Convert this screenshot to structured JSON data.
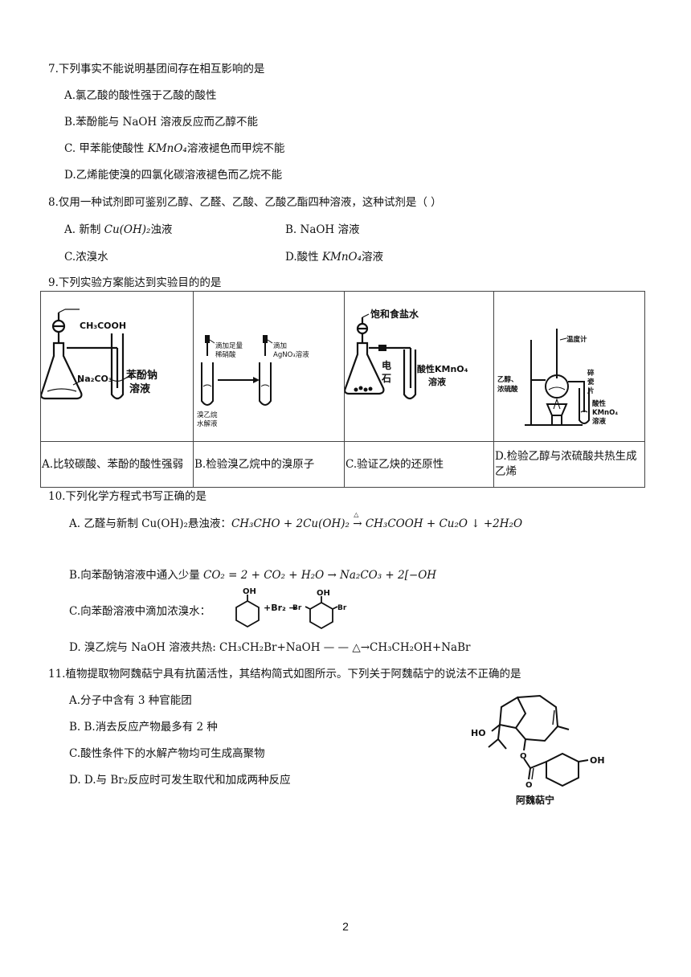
{
  "q7": {
    "stem": "7.下列事实不能说明基团间存在相互影响的是",
    "A": "A.氯乙酸的酸性强于乙酸的酸性",
    "B": "B.苯酚能与 NaOH 溶液反应而乙醇不能",
    "C_pre": "C.  甲苯能使酸性 ",
    "C_formula": "KMnO₄",
    "C_post": "溶液褪色而甲烷不能",
    "D": "D.乙烯能使溴的四氯化碳溶液褪色而乙烷不能"
  },
  "q8": {
    "stem": "8.仅用一种试剂即可鉴别乙醇、乙醛、乙酸、乙酸乙酯四种溶液，这种试剂是（   ）",
    "A_pre": "A.  新制 ",
    "A_formula": "Cu(OH)₂",
    "A_post": "浊液",
    "B": "B.  NaOH 溶液",
    "C": "C.浓溴水",
    "D_pre": "D.酸性 ",
    "D_formula": "KMnO₄",
    "D_post": "溶液"
  },
  "q9": {
    "stem": "9.下列实验方案能达到实验目的的是",
    "fig_a": {
      "acid": "CH₃COOH",
      "salt": "Na₂CO₃",
      "sol1": "苯酚钠",
      "sol2": "溶液"
    },
    "fig_b": {
      "add1": "滴加足量",
      "add2": "稀硝酸",
      "add3": "滴加",
      "add4": "AgNO₃溶液",
      "bottom1": "溴乙烷",
      "bottom2": "水解液"
    },
    "fig_c": {
      "brine": "饱和食盐水",
      "carbide1": "电",
      "carbide2": "石",
      "kmno1": "酸性KMnO₄",
      "kmno2": "溶液"
    },
    "fig_d": {
      "thermo": "温度计",
      "mix1": "乙醇、",
      "mix2": "浓硫酸",
      "chip1": "碎",
      "chip2": "瓷",
      "chip3": "片",
      "kmno1": "酸性",
      "kmno2": "KMnO₄",
      "kmno3": "溶液"
    },
    "captions": [
      "A.比较碳酸、苯酚的酸性强弱",
      "B.检验溴乙烷中的溴原子",
      "C.验证乙炔的还原性",
      "D.检验乙醇与浓硫酸共热生成乙烯"
    ]
  },
  "q10": {
    "stem": "10.下列化学方程式书写正确的是",
    "A_pre": "A.  乙醛与新制 Cu(OH)₂悬浊液：",
    "A_eq_left": "CH₃CHO + 2Cu(OH)₂",
    "A_arrow_mark": "△",
    "A_eq_right": "→ CH₃COOH + Cu₂O ↓ +2H₂O",
    "B_pre": "B.向苯酚钠溶液中通入少量 ",
    "B_eq": "CO₂ = 2 + CO₂ + H₂O → Na₂CO₃ + 2[−OH",
    "C_pre": "C.向苯酚溶液中滴加浓溴水：",
    "C_oh": "OH",
    "C_br2": "+Br₂ →",
    "C_br": "Br",
    "D": "D.  溴乙烷与 NaOH 溶液共热:  CH₃CH₂Br+NaOH — — △→CH₃CH₂OH+NaBr"
  },
  "q11": {
    "stem": "11.植物提取物阿魏萜宁具有抗菌活性，其结构简式如图所示。下列关于阿魏萜宁的说法不正确的是",
    "A": "A.分子中含有 3 种官能团",
    "B": "B.  B.消去反应产物最多有 2 种",
    "C": "C.酸性条件下的水解产物均可生成高聚物",
    "D": "D.  D.与 Br₂反应时可发生取代和加成两种反应",
    "fig_ho": "HO",
    "fig_oh": "OH",
    "fig_o1": "O",
    "fig_o2": "O",
    "fig_name": "阿魏萜宁"
  },
  "page_number": "2"
}
